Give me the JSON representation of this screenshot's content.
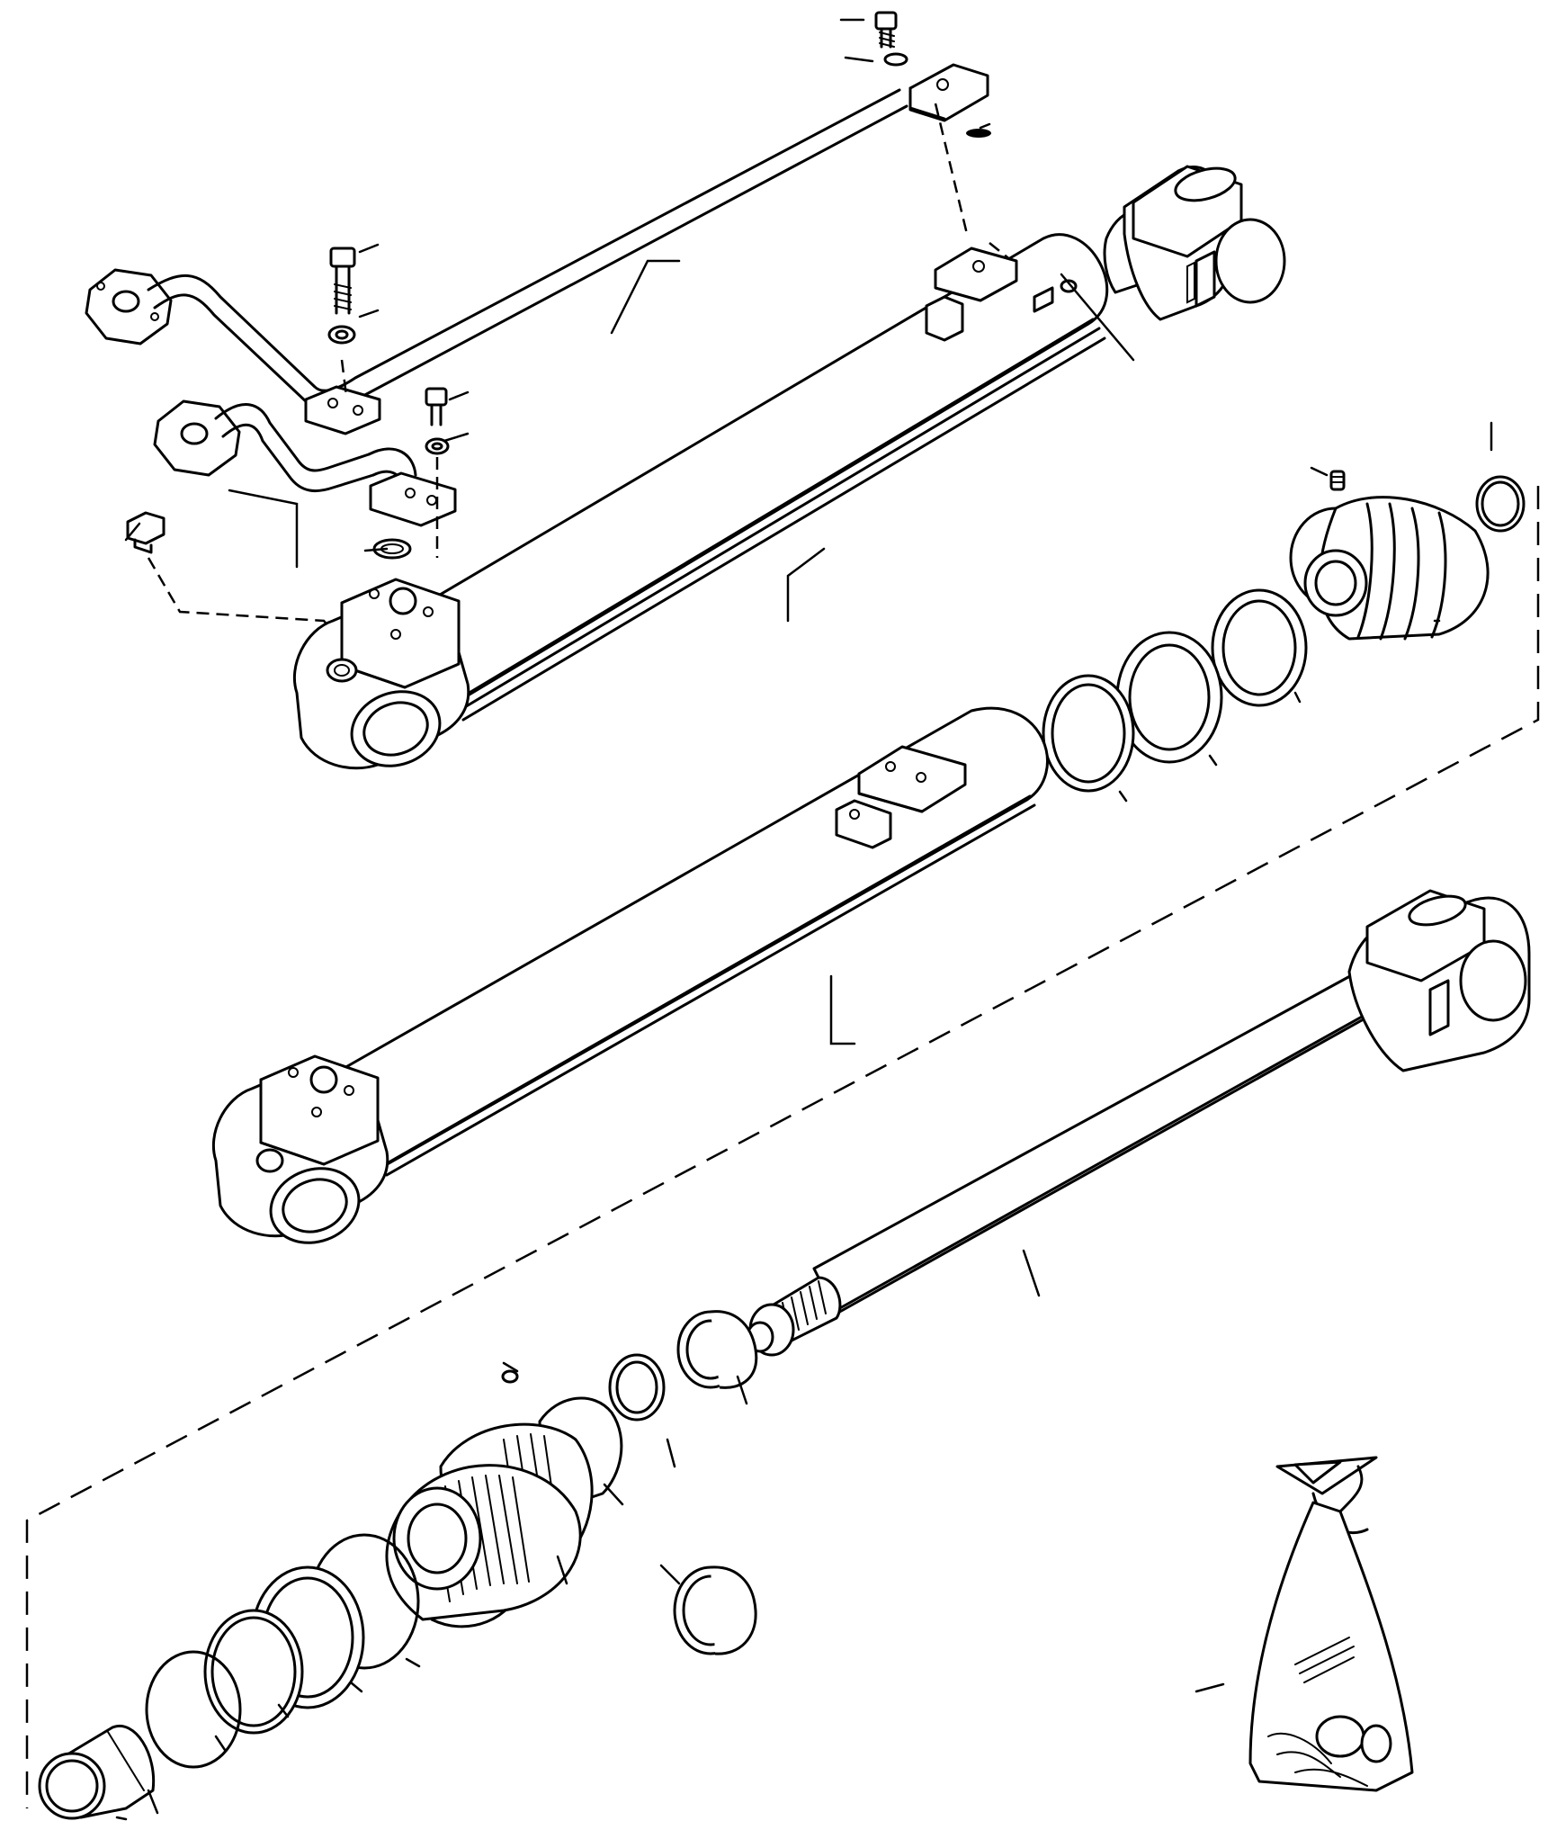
{
  "diagram": {
    "parts": [
      {
        "id": "tube-upper",
        "icon": "hydraulic-tube-icon"
      },
      {
        "id": "tube-lower",
        "icon": "hydraulic-tube-icon"
      },
      {
        "id": "flange-bolt",
        "icon": "bolt-icon"
      },
      {
        "id": "cylinder-assembly",
        "icon": "hydraulic-cylinder-icon"
      },
      {
        "id": "cylinder-barrel",
        "icon": "cylinder-barrel-icon"
      },
      {
        "id": "piston-rod",
        "icon": "piston-rod-icon"
      },
      {
        "id": "piston",
        "icon": "piston-icon"
      },
      {
        "id": "rod-guide",
        "icon": "rod-guide-icon"
      },
      {
        "id": "seal-ring",
        "icon": "seal-ring-icon"
      },
      {
        "id": "bushing",
        "icon": "bushing-icon"
      },
      {
        "id": "seal-kit-bag",
        "icon": "seal-kit-bag-icon"
      }
    ]
  }
}
